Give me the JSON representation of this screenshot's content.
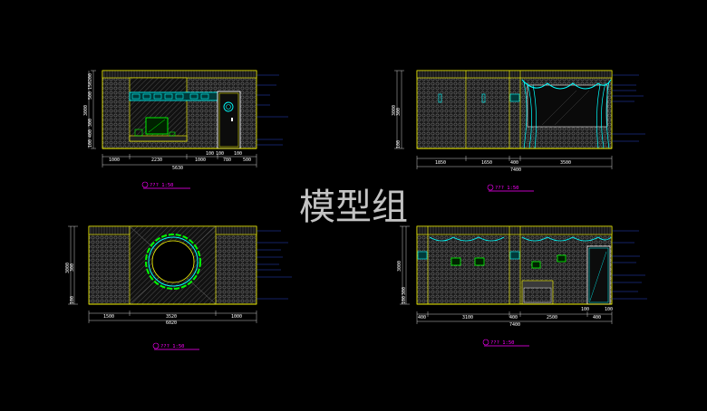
{
  "watermark": "模型组",
  "colors": {
    "background": "#000000",
    "outline": "#ffff00",
    "dimension": "#ffffff",
    "accent": "#00ffff",
    "green": "#00ff00",
    "tile": "#4a4a4a",
    "caption": "#ff00ff",
    "leader": "#3355ff"
  },
  "elevations": [
    {
      "caption": "??? 1:50",
      "horizontal": [
        "1000",
        "2230",
        "1000",
        "100",
        "100",
        "780",
        "100",
        "500"
      ],
      "total": "5630",
      "vertical": [
        "200",
        "150",
        "500",
        "3000",
        "300",
        "400",
        "100"
      ]
    },
    {
      "caption": "??? 1:50",
      "horizontal": [
        "1850",
        "1650",
        "400",
        "3500"
      ],
      "total": "7400",
      "vertical": [
        "3000",
        "300",
        "100"
      ]
    },
    {
      "caption": "??? 1:50",
      "horizontal": [
        "1500",
        "3520",
        "1000"
      ],
      "total": "6020",
      "vertical": [
        "3000",
        "300",
        "100"
      ]
    },
    {
      "caption": "??? 1:50",
      "horizontal": [
        "400",
        "3100",
        "400",
        "2500",
        "100",
        "100",
        "400"
      ],
      "total": "7400",
      "vertical": [
        "3000",
        "300",
        "100"
      ]
    }
  ]
}
